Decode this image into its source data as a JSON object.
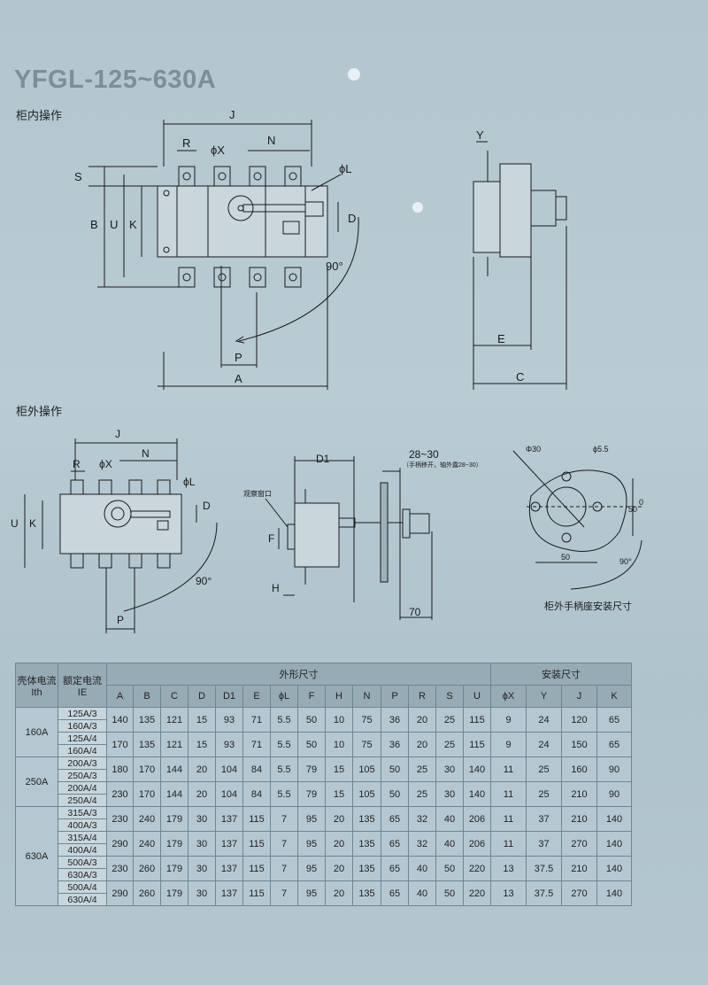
{
  "title": "YFGL-125~630A",
  "sections": {
    "inside": "柜内操作",
    "outside": "柜外操作"
  },
  "diagram_inside": {
    "J": "J",
    "R": "R",
    "phiX": "ϕX",
    "N": "N",
    "phiL": "ϕL",
    "S": "S",
    "B": "B",
    "U": "U",
    "K": "K",
    "D": "D",
    "angle": "90°",
    "P": "P",
    "A": "A",
    "Y": "Y",
    "E": "E",
    "C": "C"
  },
  "diagram_outside": {
    "J": "J",
    "R": "R",
    "phiX": "ϕX",
    "N": "N",
    "phiL": "ϕL",
    "D": "D",
    "U": "U",
    "K": "K",
    "angle": "90°",
    "P": "P",
    "D1": "D1",
    "window": "观察窗口",
    "F": "F",
    "H": "H",
    "gap": "28~30",
    "gap_note": "（手柄移开，轴外露28~30）",
    "len70": "70"
  },
  "mount_plate": {
    "phi30": "Φ30",
    "phi55": "ϕ5.5",
    "h50": "50",
    "w50": "50",
    "zero": "0",
    "angle": "90°",
    "caption": "柜外手柄座安装尺寸"
  },
  "table": {
    "h_ith": "壳体电流 Ith",
    "h_ie": "额定电流 IE",
    "h_outline": "外形尺寸",
    "h_install": "安装尺寸",
    "cols": [
      "A",
      "B",
      "C",
      "D",
      "D1",
      "E",
      "ϕL",
      "F",
      "H",
      "N",
      "P",
      "R",
      "S",
      "U",
      "ϕX",
      "Y",
      "J",
      "K"
    ],
    "groups": [
      {
        "ith": "160A",
        "rows": [
          {
            "ie": [
              "125A/3",
              "160A/3"
            ],
            "v": [
              "140",
              "135",
              "121",
              "15",
              "93",
              "71",
              "5.5",
              "50",
              "10",
              "75",
              "36",
              "20",
              "25",
              "115",
              "9",
              "24",
              "120",
              "65"
            ]
          },
          {
            "ie": [
              "125A/4",
              "160A/4"
            ],
            "v": [
              "170",
              "135",
              "121",
              "15",
              "93",
              "71",
              "5.5",
              "50",
              "10",
              "75",
              "36",
              "20",
              "25",
              "115",
              "9",
              "24",
              "150",
              "65"
            ]
          }
        ]
      },
      {
        "ith": "250A",
        "rows": [
          {
            "ie": [
              "200A/3",
              "250A/3"
            ],
            "v": [
              "180",
              "170",
              "144",
              "20",
              "104",
              "84",
              "5.5",
              "79",
              "15",
              "105",
              "50",
              "25",
              "30",
              "140",
              "11",
              "25",
              "160",
              "90"
            ]
          },
          {
            "ie": [
              "200A/4",
              "250A/4"
            ],
            "v": [
              "230",
              "170",
              "144",
              "20",
              "104",
              "84",
              "5.5",
              "79",
              "15",
              "105",
              "50",
              "25",
              "30",
              "140",
              "11",
              "25",
              "210",
              "90"
            ]
          }
        ]
      },
      {
        "ith": "630A",
        "rows": [
          {
            "ie": [
              "315A/3",
              "400A/3"
            ],
            "v": [
              "230",
              "240",
              "179",
              "30",
              "137",
              "115",
              "7",
              "95",
              "20",
              "135",
              "65",
              "32",
              "40",
              "206",
              "11",
              "37",
              "210",
              "140"
            ]
          },
          {
            "ie": [
              "315A/4",
              "400A/4"
            ],
            "v": [
              "290",
              "240",
              "179",
              "30",
              "137",
              "115",
              "7",
              "95",
              "20",
              "135",
              "65",
              "32",
              "40",
              "206",
              "11",
              "37",
              "270",
              "140"
            ]
          },
          {
            "ie": [
              "500A/3",
              "630A/3"
            ],
            "v": [
              "230",
              "260",
              "179",
              "30",
              "137",
              "115",
              "7",
              "95",
              "20",
              "135",
              "65",
              "40",
              "50",
              "220",
              "13",
              "37.5",
              "210",
              "140"
            ]
          },
          {
            "ie": [
              "500A/4",
              "630A/4"
            ],
            "v": [
              "290",
              "260",
              "179",
              "30",
              "137",
              "115",
              "7",
              "95",
              "20",
              "135",
              "65",
              "40",
              "50",
              "220",
              "13",
              "37.5",
              "270",
              "140"
            ]
          }
        ]
      }
    ]
  }
}
